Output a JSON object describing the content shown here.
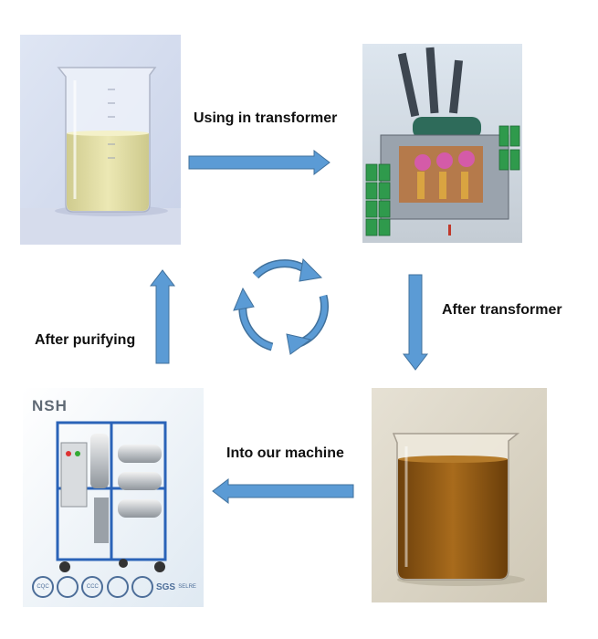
{
  "labels": {
    "step1": "Using in transformer",
    "step2": "After transformer",
    "step3": "Into our machine",
    "step4": "After purifying"
  },
  "machine_panel": {
    "logo": "NSH",
    "cert_badges": [
      "CQC",
      "",
      "CCC",
      "",
      "",
      "SGS",
      "SELRE"
    ]
  },
  "colors": {
    "arrow_fill": "#5b9bd5",
    "arrow_stroke": "#41719c",
    "clean_oil": "#e6e2a6",
    "used_oil": "#8f5a14"
  }
}
